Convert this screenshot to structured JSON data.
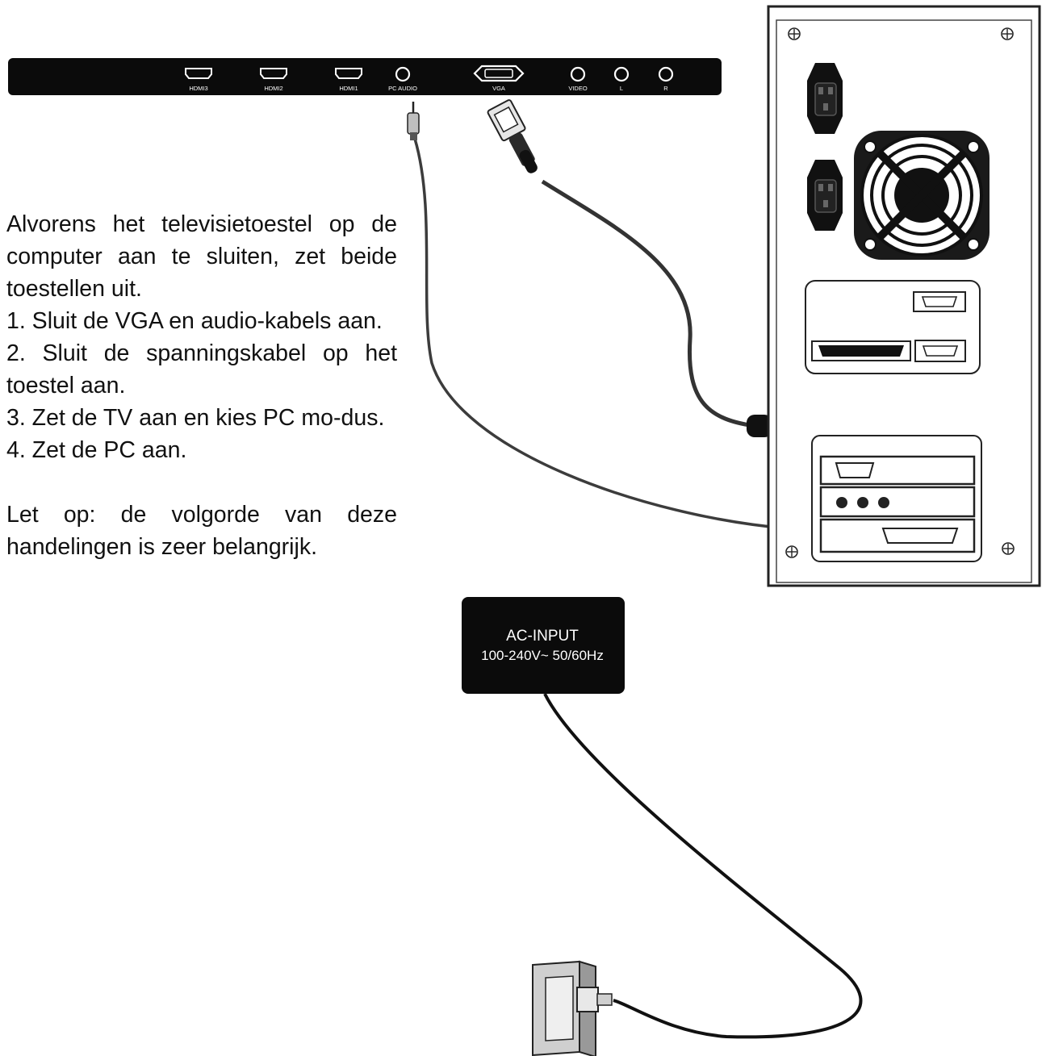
{
  "tv_panel": {
    "ports": {
      "hdmi3": "HDMI3",
      "hdmi2": "HDMI2",
      "hdmi1": "HDMI1",
      "pc_audio": "PC AUDIO",
      "vga": "VGA",
      "video": "VIDEO",
      "left": "L",
      "right": "R"
    }
  },
  "ac_input": {
    "line1": "AC-INPUT",
    "line2": "100-240V~ 50/60Hz"
  },
  "instructions": {
    "intro": "Alvorens het televisietoestel op de computer aan te sluiten, zet beide toestellen uit.",
    "steps": [
      "1. Sluit de VGA en audio-kabels aan.",
      "2. Sluit de spanningskabel op het toestel aan.",
      "3. Zet de TV aan en kies PC mo-dus.",
      "4. Zet de PC aan."
    ],
    "warning": "Let op: de volgorde van deze handelingen is zeer belangrijk."
  }
}
